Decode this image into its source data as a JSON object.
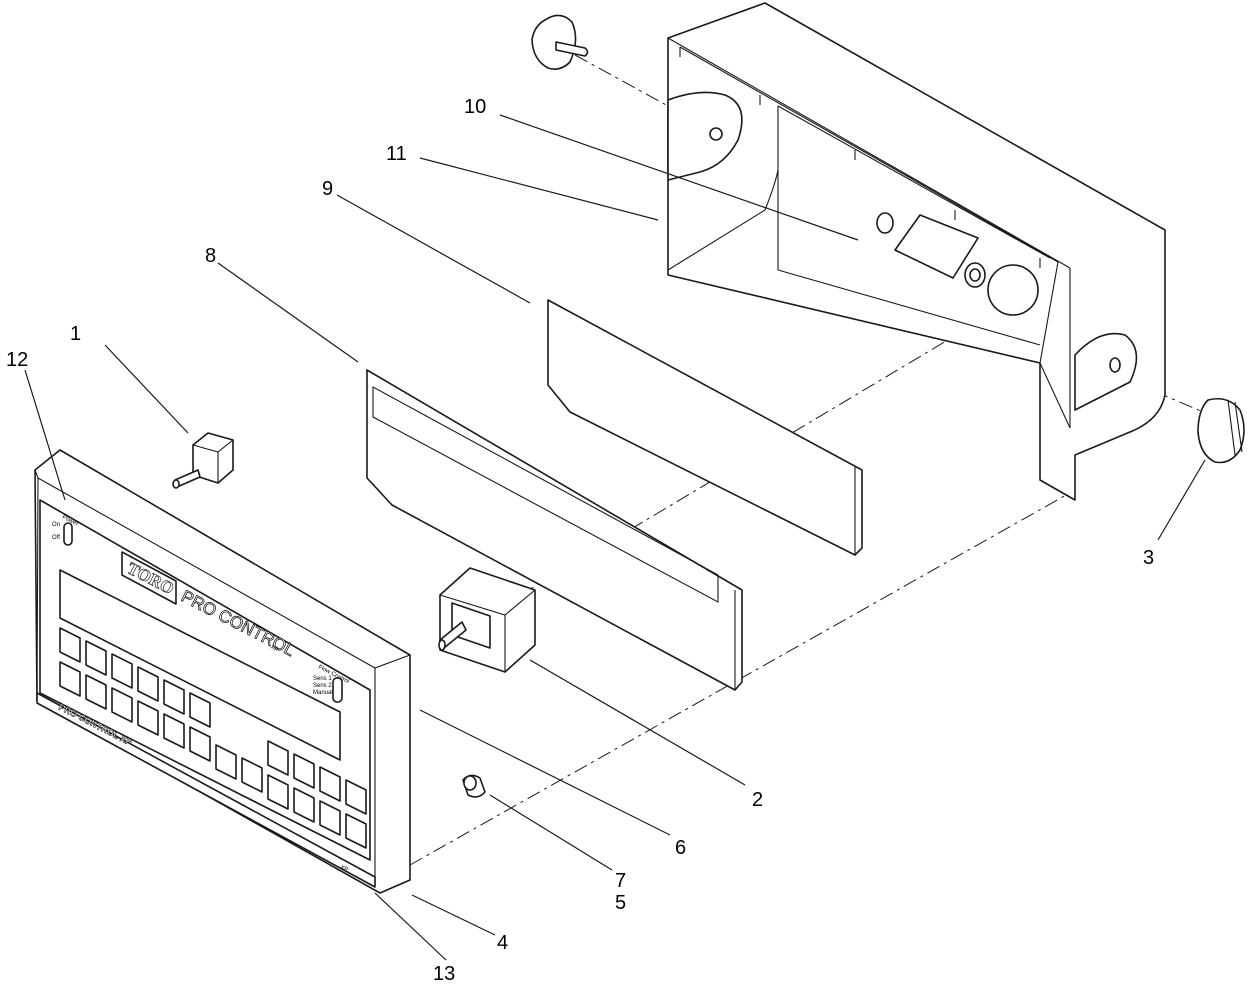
{
  "diagram": {
    "callouts": [
      "1",
      "2",
      "3",
      "4",
      "5",
      "6",
      "7",
      "8",
      "9",
      "10",
      "11",
      "12",
      "13"
    ],
    "panel": {
      "brand_logo": "TORO",
      "product_name": "PRO CONTROL",
      "product_suffix": "XP",
      "power_label": "Power",
      "power_on": "On",
      "power_off": "Off",
      "flow_label": "Flow Control",
      "flow_opt_1": "Sens 1",
      "flow_opt_2": "Sens 2",
      "flow_opt_3": "Manual",
      "strip_text": "PRO CONTROL XP",
      "corner_mark": "XP"
    },
    "colors": {
      "line": "#1a1a1a",
      "background": "#ffffff"
    }
  }
}
